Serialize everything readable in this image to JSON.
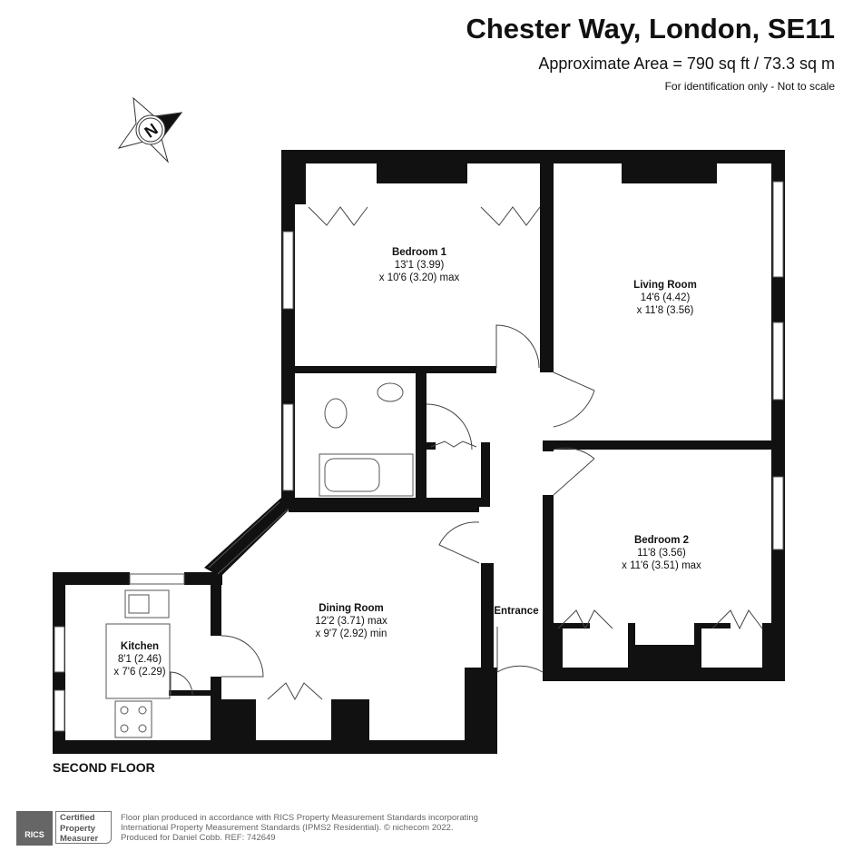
{
  "header": {
    "title": "Chester Way, London, SE11",
    "area": "Approximate Area = 790 sq ft / 73.3 sq m",
    "note": "For identification only - Not to scale"
  },
  "compass": {
    "label": "N"
  },
  "rooms": {
    "bedroom1": {
      "name": "Bedroom 1",
      "dim1": "13'1 (3.99)",
      "dim2": "x 10'6 (3.20) max"
    },
    "living": {
      "name": "Living Room",
      "dim1": "14'6 (4.42)",
      "dim2": "x 11'8 (3.56)"
    },
    "bedroom2": {
      "name": "Bedroom 2",
      "dim1": "11'8 (3.56)",
      "dim2": "x 11'6 (3.51) max"
    },
    "dining": {
      "name": "Dining Room",
      "dim1": "12'2 (3.71) max",
      "dim2": "x 9'7 (2.92) min"
    },
    "kitchen": {
      "name": "Kitchen",
      "dim1": "8'1 (2.46)",
      "dim2": "x 7'6 (2.29)"
    },
    "entrance": {
      "name": "Entrance"
    }
  },
  "floor_label": "SECOND FLOOR",
  "footer": {
    "rics": "RICS",
    "cert": [
      "Certified",
      "Property",
      "Measurer"
    ],
    "lines": [
      "Floor plan produced in accordance with RICS Property Measurement Standards incorporating",
      "International Property Measurement Standards (IPMS2 Residential).   © nichecom 2022.",
      "Produced for Daniel Cobb.   REF:  742649"
    ]
  }
}
